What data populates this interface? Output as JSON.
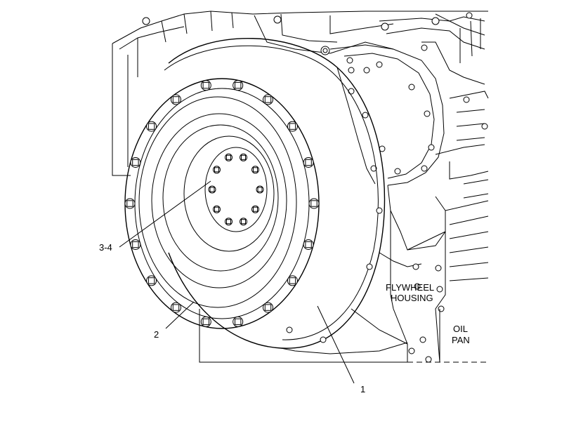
{
  "labels": {
    "callout_3_4": "3-4",
    "callout_2": "2",
    "callout_1": "1",
    "flywheel_housing_line1": "FLYWHEEL",
    "flywheel_housing_line2": "HOUSING",
    "oil_pan_line1": "OIL",
    "oil_pan_line2": "PAN"
  }
}
